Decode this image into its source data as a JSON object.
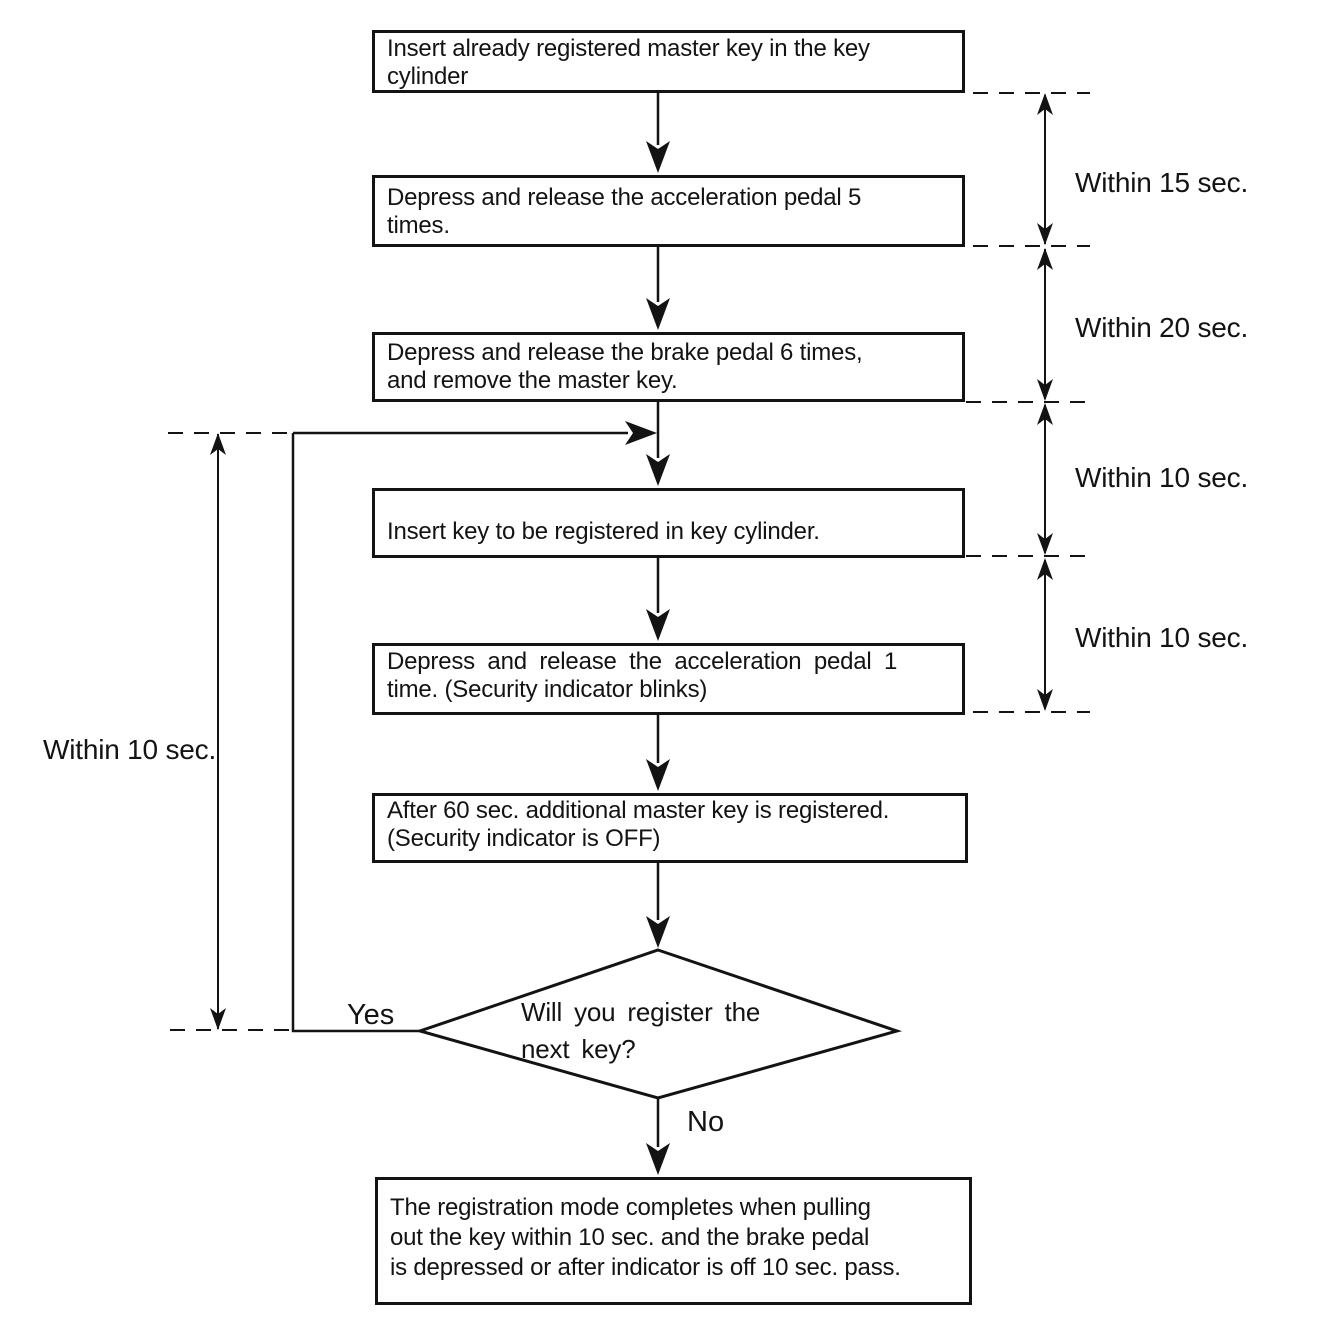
{
  "flowchart": {
    "steps": [
      {
        "lines": [
          "Insert already registered master key in the key",
          "cylinder"
        ]
      },
      {
        "lines": [
          "Depress and release the acceleration pedal 5",
          "times."
        ]
      },
      {
        "lines": [
          "Depress and release the brake pedal 6 times,",
          "and remove the master key."
        ]
      },
      {
        "lines": [
          "Insert key to be registered in key cylinder."
        ]
      },
      {
        "lines": [
          "Depress and release the acceleration pedal 1",
          "time. (Security indicator blinks)"
        ]
      },
      {
        "lines": [
          "After 60 sec. additional master key is registered.",
          "(Security indicator is OFF)"
        ]
      },
      {
        "lines": [
          "The registration mode completes when pulling",
          "out the key within 10 sec. and the brake pedal",
          "is depressed or after indicator is off 10 sec. pass."
        ]
      }
    ],
    "decision": {
      "lines": [
        "Will you register the",
        "next key?"
      ],
      "yes_label": "Yes",
      "no_label": "No"
    },
    "timing": {
      "left": "Within 10 sec.",
      "right": [
        "Within 15 sec.",
        "Within 20 sec.",
        "Within 10 sec.",
        "Within 10 sec."
      ]
    },
    "colors": {
      "ink": "#131313",
      "background": "#ffffff"
    }
  }
}
